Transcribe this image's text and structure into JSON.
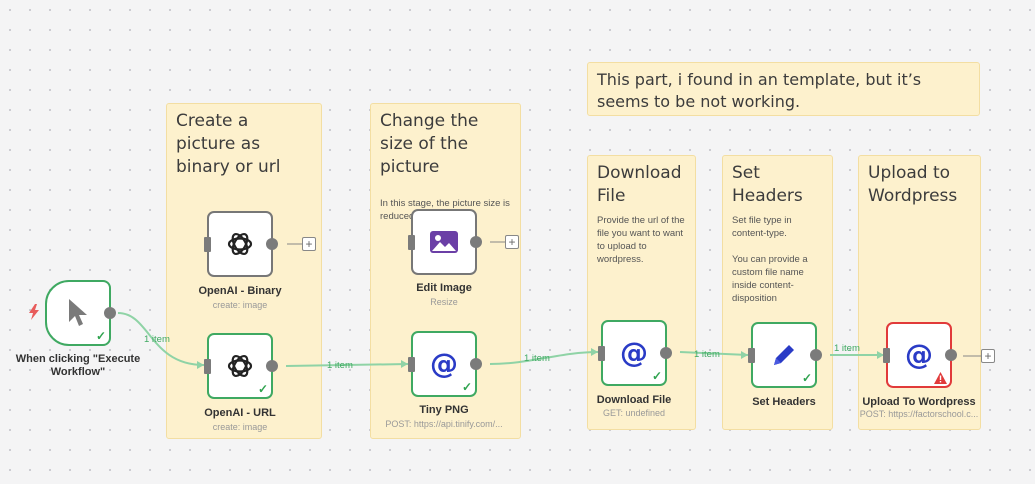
{
  "colors": {
    "success": "#3fa962",
    "error": "#e13a3a",
    "sticky": "#fdf1cd",
    "neutral": "#777777"
  },
  "stickies": {
    "template_note": {
      "text": "This part, i found in an template, but it’s seems to be not working."
    },
    "create_picture": {
      "title": "Create a picture as binary or url"
    },
    "change_size": {
      "title": "Change the size of the picture",
      "body": "In this stage, the picture size is reduced."
    },
    "download_file": {
      "title": "Download File",
      "body": "Provide the url of the file you want to want to upload to wordpress."
    },
    "set_headers": {
      "title": "Set Headers",
      "body": "Set file type in content-type.\n\nYou can provide a custom file name inside content-disposition"
    },
    "upload_wordpress": {
      "title": "Upload to Wordpress"
    }
  },
  "nodes": {
    "trigger": {
      "label": "When clicking \"Execute Workflow\"",
      "icon": "cursor-icon",
      "status": "success"
    },
    "openai_binary": {
      "label": "OpenAI - Binary",
      "subtitle": "create: image",
      "icon": "openai-icon",
      "status": "idle"
    },
    "openai_url": {
      "label": "OpenAI - URL",
      "subtitle": "create: image",
      "icon": "openai-icon",
      "status": "success"
    },
    "edit_image": {
      "label": "Edit Image",
      "subtitle": "Resize",
      "icon": "image-icon",
      "status": "idle"
    },
    "tiny_png": {
      "label": "Tiny PNG",
      "subtitle": "POST: https://api.tinify.com/...",
      "icon": "at-sign-icon",
      "status": "success"
    },
    "download_file": {
      "label": "Download File",
      "subtitle": "GET: undefined",
      "icon": "at-sign-icon",
      "status": "success"
    },
    "set_headers": {
      "label": "Set Headers",
      "icon": "pencil-icon",
      "status": "success"
    },
    "upload_wordpress": {
      "label": "Upload To Wordpress",
      "subtitle": "POST: https://factorschool.c...",
      "icon": "at-sign-icon",
      "status": "error"
    }
  },
  "connections": {
    "item_count_label": "1 item"
  }
}
